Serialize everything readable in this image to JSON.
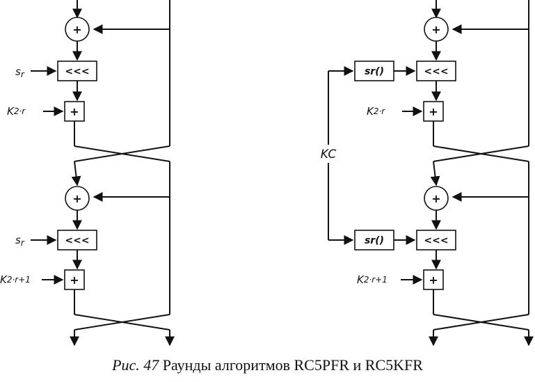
{
  "figure": {
    "caption_prefix": "Рис. 47",
    "caption_text": "Раунды алгоритмов RC5PFR и RC5KFR"
  },
  "left_round": {
    "add_symbol": "+",
    "rotate_symbol": "<<<",
    "shift_label": "s",
    "shift_sub": "r",
    "key1_label": "K",
    "key1_sub": "2·r",
    "key2_label": "K",
    "key2_sub": "2·r+1"
  },
  "right_round": {
    "add_symbol": "+",
    "rotate_symbol": "<<<",
    "sr_func_label": "sr()",
    "kc_label": "KC",
    "key1_label": "K",
    "key1_sub": "2·r",
    "key2_label": "K",
    "key2_sub": "2·r+1"
  }
}
